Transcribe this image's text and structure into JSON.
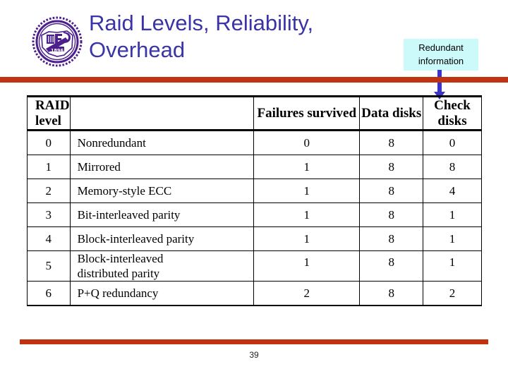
{
  "slide": {
    "title_line1": "Raid Levels, Reliability,",
    "title_line2": "Overhead",
    "title_color": "#3a34a8",
    "rule_color": "#bf3311",
    "page_number": "39",
    "logo_name": "university-seal-logo",
    "logo_color": "#4b1f8c",
    "logo_year": "1896"
  },
  "callout": {
    "line1": "Redundant",
    "line2": "information",
    "background": "#ccfafa",
    "arrow_color": "#3a34c8",
    "points_to": "Check disks"
  },
  "table": {
    "headers": {
      "level": "RAID level",
      "failures": "Failures survived",
      "data_disks": "Data disks",
      "check_disks": "Check disks"
    },
    "rows": [
      {
        "level": "0",
        "name": "Nonredundant",
        "name2": "",
        "failures": "0",
        "data_disks": "8",
        "check_disks": "0"
      },
      {
        "level": "1",
        "name": "Mirrored",
        "name2": "",
        "failures": "1",
        "data_disks": "8",
        "check_disks": "8"
      },
      {
        "level": "2",
        "name": "Memory-style ECC",
        "name2": "",
        "failures": "1",
        "data_disks": "8",
        "check_disks": "4"
      },
      {
        "level": "3",
        "name": "Bit-interleaved parity",
        "name2": "",
        "failures": "1",
        "data_disks": "8",
        "check_disks": "1"
      },
      {
        "level": "4",
        "name": "Block-interleaved parity",
        "name2": "",
        "failures": "1",
        "data_disks": "8",
        "check_disks": "1"
      },
      {
        "level": "5",
        "name": "Block-interleaved",
        "name2": "distributed parity",
        "failures": "1",
        "data_disks": "8",
        "check_disks": "1"
      },
      {
        "level": "6",
        "name": "P+Q redundancy",
        "name2": "",
        "failures": "2",
        "data_disks": "8",
        "check_disks": "2"
      }
    ]
  }
}
